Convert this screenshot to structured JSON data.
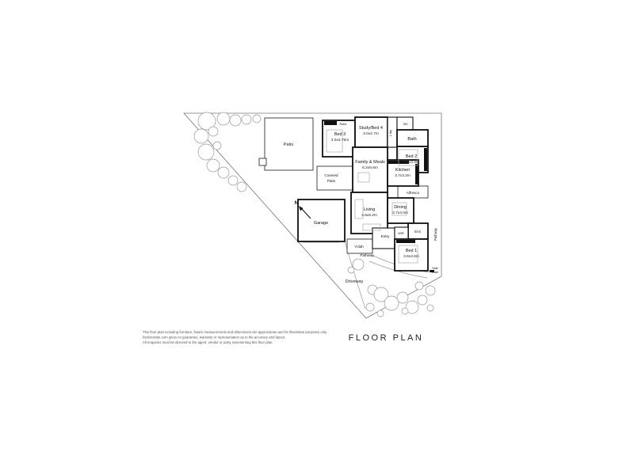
{
  "title": "FLOOR PLAN",
  "compass_label": "N",
  "rooms": {
    "bed3": {
      "name": "Bed 3",
      "dims": "3.0x3.75m"
    },
    "study": {
      "name": "Study/Bed 4",
      "dims": "3.0x2.7m"
    },
    "laundry": {
      "name": "L'dry"
    },
    "wc": {
      "name": "WC"
    },
    "bath": {
      "name": "Bath"
    },
    "robe": {
      "name": "Robe"
    },
    "bed2": {
      "name": "Bed 2",
      "dims": "3.0x3.3m"
    },
    "family_meals": {
      "name": "Family & Meals",
      "dims": "6.2x6.6m"
    },
    "kitchen": {
      "name": "Kitchen",
      "dims": "3.7x3.2m"
    },
    "living": {
      "name": "Living",
      "dims": "4.6x6.2m"
    },
    "dining": {
      "name": "Dining",
      "dims": "3.7x4.0m"
    },
    "garage": {
      "name": "Garage"
    },
    "entry": {
      "name": "Entry"
    },
    "ens": {
      "name": "Ens"
    },
    "wir": {
      "name": "WIR"
    },
    "bed1": {
      "name": "Bed 1",
      "dims": "3.6x3.6m"
    }
  },
  "outdoor": {
    "patio": "Patio",
    "covered_patio_line1": "Covered",
    "covered_patio_line2": "Patio",
    "alfresco": "Alfresco",
    "verandah": "V'dah",
    "pathway_front": "Pathway",
    "pathway_side": "Pathway",
    "driveway": "Driveway",
    "side_gate_line1": "Side",
    "side_gate_line2": "Gate"
  },
  "disclaimer": {
    "line1": "This floor plan including furniture, fixture measurements and dimensions are approximate and for illustrative purposes only",
    "line2": "Boxbrownie.com gives no guarantee, warranty or representation as to the accuracy and layout.",
    "line3": "All enquiries must be directed to the agent, vendor or party representing this floor plan."
  }
}
